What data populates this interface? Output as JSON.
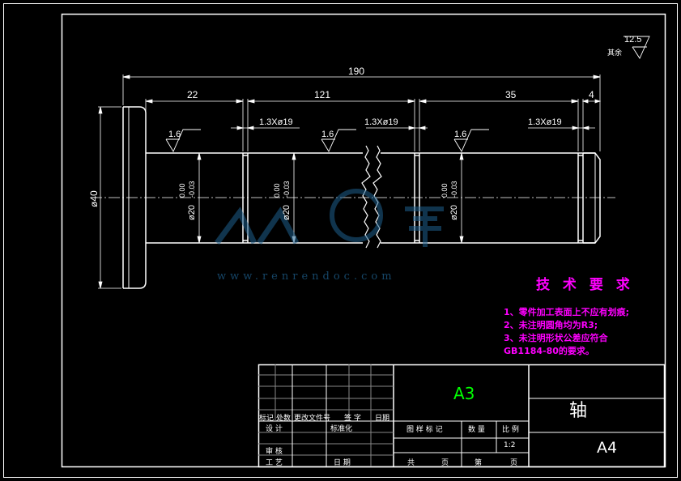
{
  "drawing": {
    "dims": {
      "total_length": "190",
      "seg1": "22",
      "seg2": "121",
      "seg3": "35",
      "seg4": "4",
      "groove1": "1.3Xø19",
      "groove2": "1.3Xø19",
      "groove3": "1.3Xø19",
      "flange_dia": "ø40",
      "shaft_dia": "ø20",
      "tol_upper": "0.00",
      "tol_lower": "-0.03",
      "roughness_a": "1.6",
      "roughness_b": "1.6",
      "roughness_c": "1.6",
      "rest_roughness": "12.5",
      "rest_label": "其余"
    },
    "watermark": {
      "site": "www.renrendoc.com"
    },
    "tech_requirements": {
      "title": "技 术 要 求",
      "items": [
        "1、零件加工表面上不应有划痕;",
        "2、未注明圆角均为R3;",
        "3、未注明形状公差应符合",
        "GB1184-80的要求。"
      ]
    },
    "title_block": {
      "sheet_size": "A3",
      "part_name": "轴",
      "drawing_no": "A4",
      "scale_value": "1:2",
      "labels": {
        "mark": "标记",
        "count": "处数",
        "change_doc": "更改文件号",
        "sign": "签 字",
        "date": "日期",
        "design": "设 计",
        "standardize": "标准化",
        "review": "审 核",
        "process": "工 艺",
        "date2": "日 期",
        "stage_mark": "图 样 标 记",
        "quantity": "数 量",
        "scale": "比 例",
        "total": "共",
        "page": "页",
        "sheet": "第",
        "page2": "页"
      }
    }
  }
}
